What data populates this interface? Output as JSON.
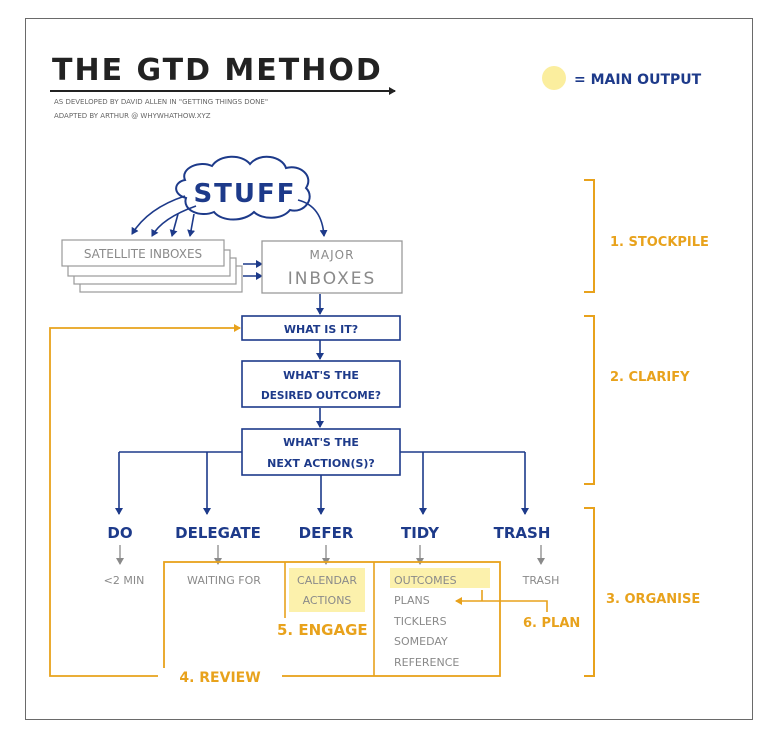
{
  "title": "THE GTD METHOD",
  "subtitle_line1": "AS DEVELOPED BY DAVID ALLEN IN \"GETTING THINGS DONE\"",
  "subtitle_line2": "ADAPTED BY ARTHUR @ WHYWHATHOW.XYZ",
  "legend": {
    "label": "= MAIN OUTPUT",
    "highlight_color": "#fbee9e"
  },
  "colors": {
    "navy": "#1d3a8a",
    "gold": "#e8a21c",
    "gray": "#8a8a8a"
  },
  "stages": [
    {
      "label": "1. STOCKPILE"
    },
    {
      "label": "2. CLARIFY"
    },
    {
      "label": "3. ORGANISE"
    },
    {
      "label": "4. REVIEW"
    },
    {
      "label": "5. ENGAGE"
    },
    {
      "label": "6. PLAN"
    }
  ],
  "stuff": "STUFF",
  "satellite_inboxes": "SATELLITE INBOXES",
  "major_inboxes": {
    "line1": "MAJOR",
    "line2": "INBOXES"
  },
  "questions": {
    "what_is_it": "WHAT IS IT?",
    "outcome_line1": "WHAT'S THE",
    "outcome_line2": "DESIRED OUTCOME?",
    "next_line1": "WHAT'S THE",
    "next_line2": "NEXT ACTION(S)?"
  },
  "actions": [
    "DO",
    "DELEGATE",
    "DEFER",
    "TIDY",
    "TRASH"
  ],
  "outputs": {
    "do": "<2 MIN",
    "delegate": "WAITING FOR",
    "defer_line1": "CALENDAR",
    "defer_line2": "ACTIONS",
    "tidy": [
      "OUTCOMES",
      "PLANS",
      "TICKLERS",
      "SOMEDAY",
      "REFERENCE"
    ],
    "trash": "TRASH"
  }
}
